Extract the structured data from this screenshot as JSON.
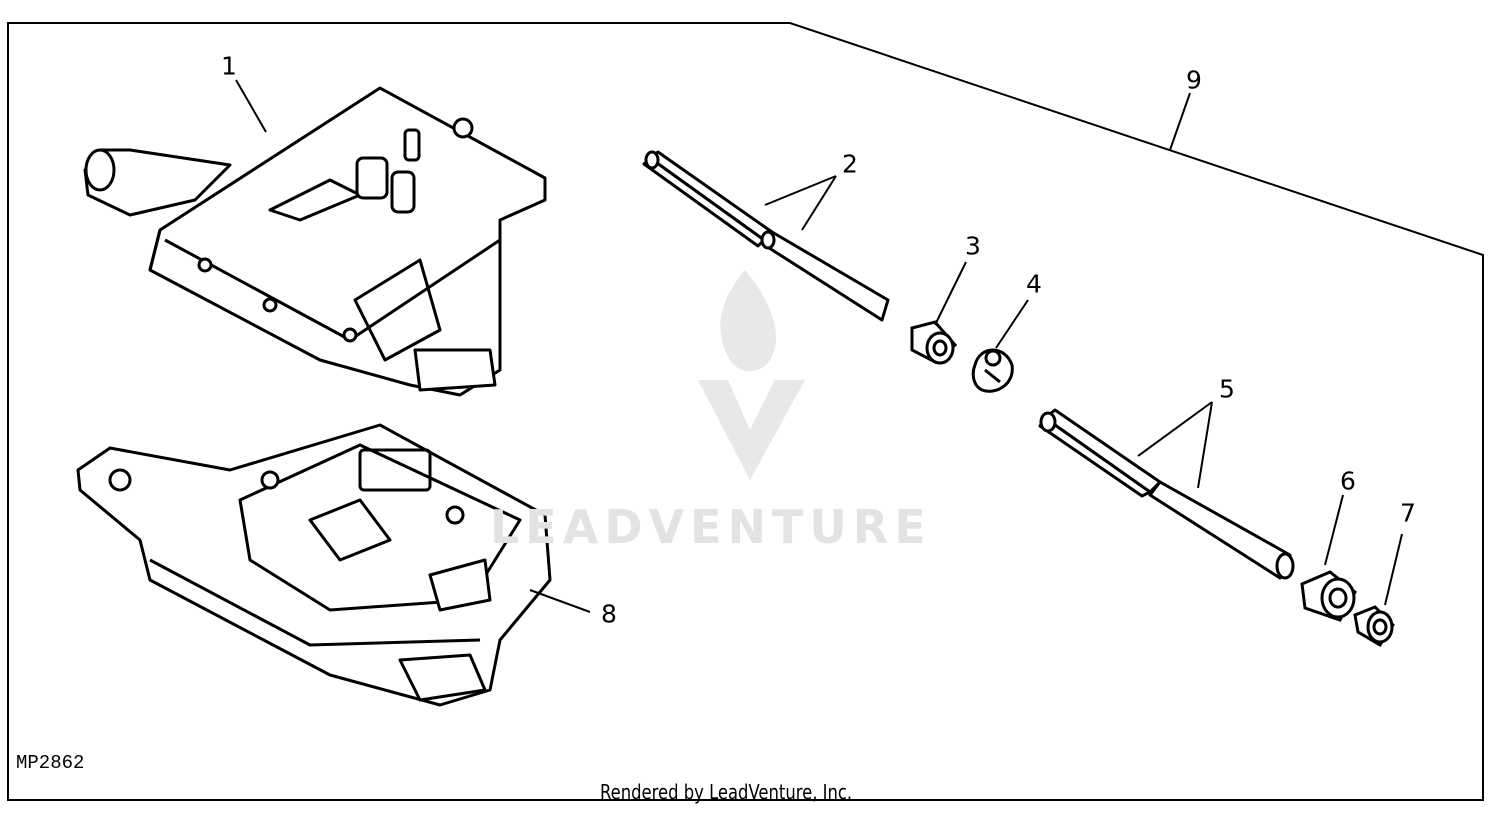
{
  "diagram": {
    "drawing_code": "MP2862",
    "footer_credit": "Rendered by LeadVenture, Inc.",
    "watermark_text": "LEADVENTURE",
    "callouts": [
      {
        "id": "1",
        "part": "upper-housing"
      },
      {
        "id": "2",
        "part": "long-shaft-upper"
      },
      {
        "id": "3",
        "part": "bushing-upper"
      },
      {
        "id": "4",
        "part": "clip"
      },
      {
        "id": "5",
        "part": "long-shaft-lower"
      },
      {
        "id": "6",
        "part": "bushing-lower"
      },
      {
        "id": "7",
        "part": "end-cap"
      },
      {
        "id": "8",
        "part": "lower-housing"
      },
      {
        "id": "9",
        "part": "shaft-kit"
      }
    ],
    "colors": {
      "line": "#000000",
      "watermark": "#e3e3e3",
      "background": "#ffffff"
    }
  }
}
